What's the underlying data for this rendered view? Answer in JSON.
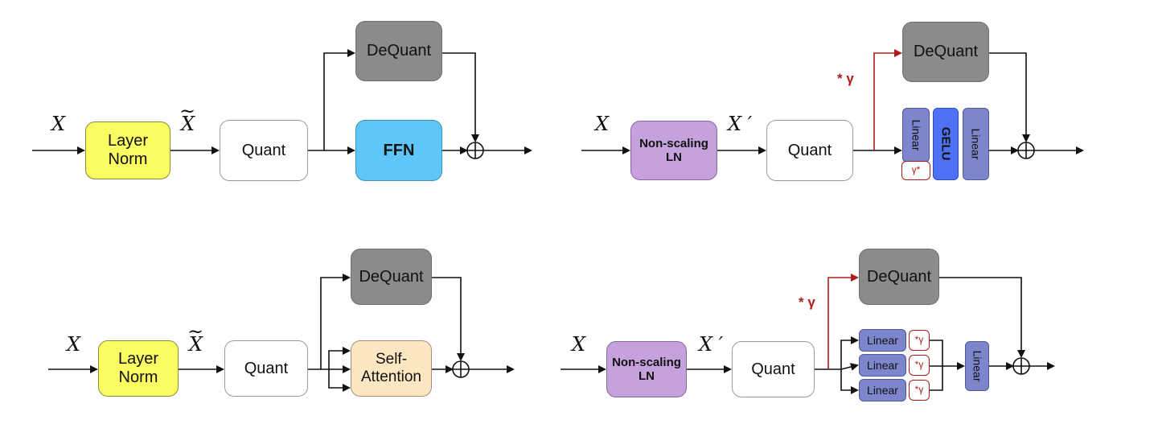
{
  "colors": {
    "layer_norm": "#fbfb62",
    "quant": "#ffffff",
    "dequant": "#8b8b8b",
    "ffn": "#5fc6fa",
    "self_attention": "#fde7c2",
    "non_scaling_ln": "#c5a2dc",
    "linear": "#7d86cc",
    "gelu": "#4e72f3",
    "gamma_accent": "#b21b1b"
  },
  "panels": {
    "top_left": {
      "input": "X",
      "normed": "X",
      "layer_norm": "Layer Norm",
      "quant": "Quant",
      "dequant": "DeQuant",
      "ffn": "FFN"
    },
    "top_right": {
      "input": "X",
      "scaled": "X ′",
      "non_scaling_ln": "Non-scaling LN",
      "quant": "Quant",
      "dequant": "DeQuant",
      "gamma_label": "* γ",
      "linear1": "Linear",
      "gamma_box": "γ*",
      "gelu": "GELU",
      "linear2": "Linear"
    },
    "bottom_left": {
      "input": "X",
      "normed": "X",
      "layer_norm": "Layer Norm",
      "quant": "Quant",
      "dequant": "DeQuant",
      "self_attention": "Self-Attention"
    },
    "bottom_right": {
      "input": "X",
      "scaled": "X ′",
      "non_scaling_ln": "Non-scaling LN",
      "quant": "Quant",
      "dequant": "DeQuant",
      "gamma_label": "* γ",
      "linears": [
        "Linear",
        "Linear",
        "Linear"
      ],
      "gammas": [
        "*γ",
        "*γ",
        "*γ"
      ],
      "out_linear": "Linear"
    }
  }
}
